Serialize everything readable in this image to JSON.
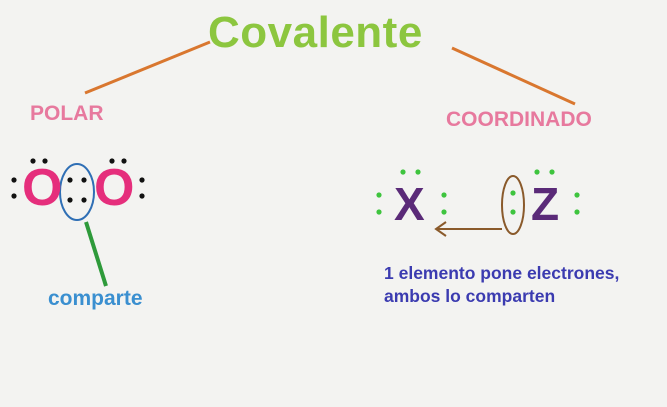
{
  "title": "Covalente",
  "polar": {
    "label": "POLAR",
    "atom_left": "O",
    "atom_right": "O",
    "caption": "comparte"
  },
  "coordinado": {
    "label": "COORDINADO",
    "atom_left": "X",
    "atom_right": "Z",
    "caption": "1 elemento pone electrones, ambos lo comparten"
  },
  "colors": {
    "title": "#8cc63f",
    "branch_line": "#d9772f",
    "label": "#e7799e",
    "oxygen": "#e52e7c",
    "xz_atoms": "#5a2a78",
    "green_dots": "#3ec43e",
    "comparte_text": "#3a8fd0",
    "coord_text": "#3b3bb0",
    "outline": "#2f6fb5",
    "brown": "#8a5a2b"
  }
}
